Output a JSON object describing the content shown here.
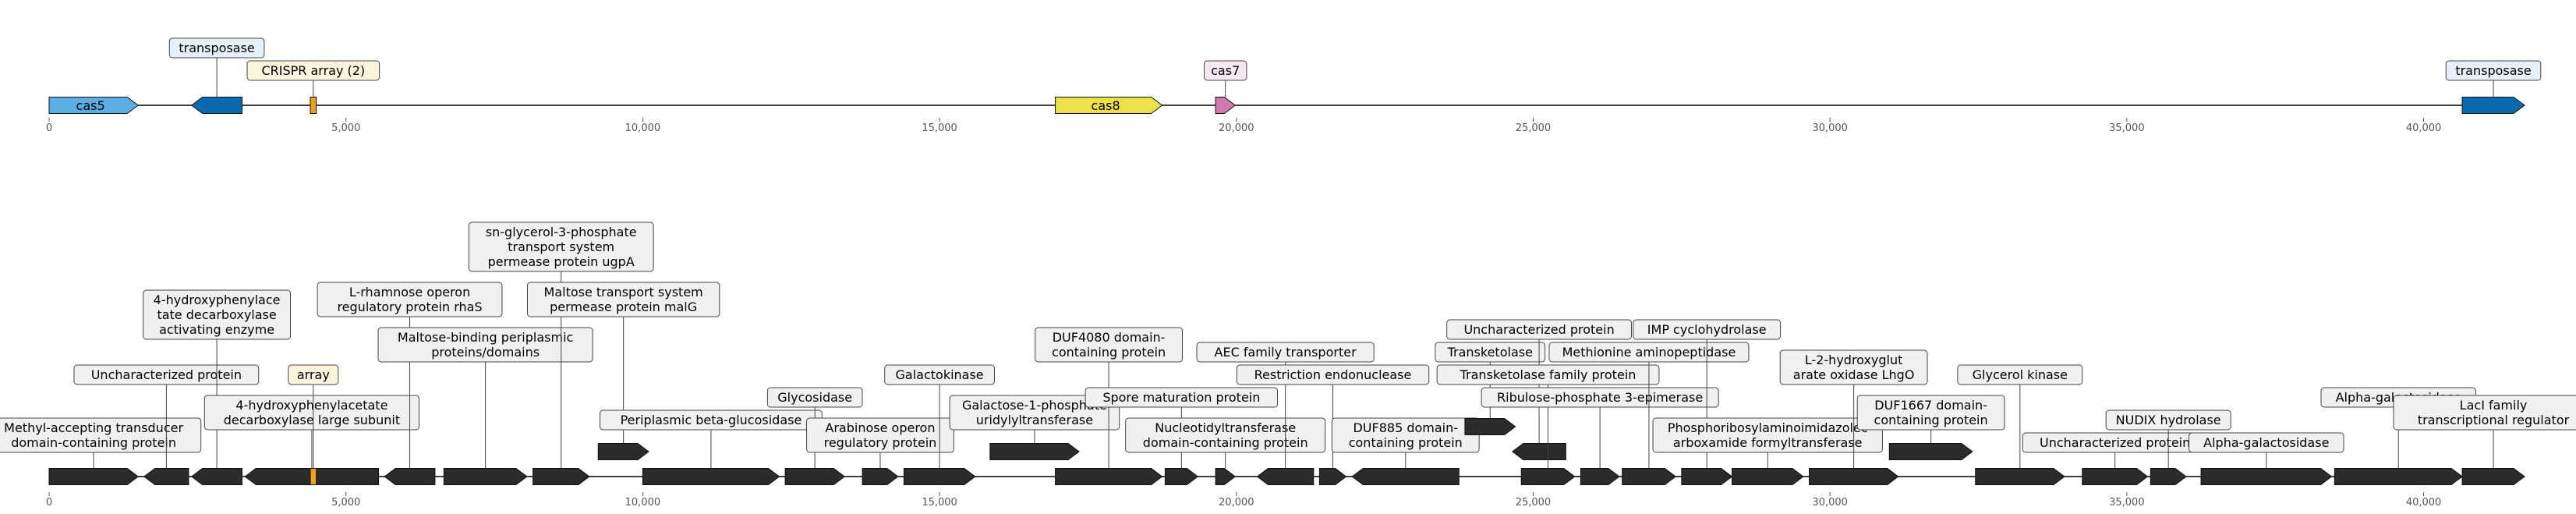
{
  "colors": {
    "cas5": "#5aaee3",
    "transposase": "#0a6aad",
    "crispr": "#e8a21c",
    "cas8": "#ede04a",
    "cas7": "#cf79ad",
    "gene": "#2b2b2b",
    "label_blue_bg": "#e6f0fa",
    "label_yellow_bg": "#fbf4dd",
    "label_pink_bg": "#f7e7f0",
    "label_grey_bg": "#f0f0f0",
    "axis": "#555555",
    "leader": "#444444"
  },
  "axis_ticks": [
    {
      "value": 0,
      "label": "0"
    },
    {
      "value": 5000,
      "label": "5,000"
    },
    {
      "value": 10000,
      "label": "10,000"
    },
    {
      "value": 15000,
      "label": "15,000"
    },
    {
      "value": 20000,
      "label": "20,000"
    },
    {
      "value": 25000,
      "label": "25,000"
    },
    {
      "value": 30000,
      "label": "30,000"
    },
    {
      "value": 35000,
      "label": "35,000"
    },
    {
      "value": 40000,
      "label": "40,000"
    }
  ],
  "tracks": [
    {
      "id": "top",
      "features": [
        {
          "start": 0,
          "end": 1500,
          "strand": 1,
          "color": "cas5",
          "inner_label": "cas5"
        },
        {
          "start": 2400,
          "end": 3250,
          "strand": -1,
          "color": "transposase",
          "label": "transposase",
          "label_tier": 2,
          "label_bg": "label_blue_bg"
        },
        {
          "start": 4400,
          "end": 4500,
          "strand": 0,
          "color": "crispr",
          "label": "CRISPR array (2)",
          "label_tier": 1,
          "label_bg": "label_yellow_bg"
        },
        {
          "start": 16950,
          "end": 18750,
          "strand": 1,
          "color": "cas8",
          "inner_label": "cas8"
        },
        {
          "start": 19650,
          "end": 19980,
          "strand": 1,
          "color": "cas7",
          "label": "cas7",
          "label_tier": 1,
          "label_bg": "label_pink_bg"
        },
        {
          "start": 40650,
          "end": 41700,
          "strand": 1,
          "color": "transposase",
          "label": "transposase",
          "label_tier": 1,
          "label_bg": "label_blue_bg"
        }
      ]
    },
    {
      "id": "bottom",
      "features": [
        {
          "start": 0,
          "end": 1500,
          "strand": 1,
          "label": "Methyl-accepting transducer\ndomain-containing protein",
          "label_tier": 1
        },
        {
          "start": 1600,
          "end": 2350,
          "strand": -1,
          "label": "Uncharacterized protein",
          "label_tier": 4
        },
        {
          "start": 2400,
          "end": 3250,
          "strand": -1,
          "label": "4-hydroxyphenylace\ntate decarboxylase\nactivating enzyme",
          "label_tier": 6
        },
        {
          "start": 3300,
          "end": 5550,
          "strand": -1,
          "label": "4-hydroxyphenylacetate\ndecarboxylase large subunit",
          "label_tier": 2
        },
        {
          "start": 4400,
          "end": 4500,
          "strand": 0,
          "color": "crispr",
          "label": "array",
          "label_tier": 4,
          "label_bg": "label_yellow_bg"
        },
        {
          "start": 5650,
          "end": 6500,
          "strand": -1,
          "label": "L-rhamnose operon\nregulatory protein rhaS",
          "label_tier": 7
        },
        {
          "start": 6650,
          "end": 8050,
          "strand": 1,
          "label": "Maltose-binding periplasmic\nproteins/domains",
          "label_tier": 5
        },
        {
          "start": 8150,
          "end": 9100,
          "strand": 1,
          "label": "sn-glycerol-3-phosphate\ntransport system\npermease protein ugpA",
          "label_tier": 9
        },
        {
          "start": 9250,
          "end": 10100,
          "strand": 1,
          "row": 1,
          "label": "Maltose transport system\npermease protein malG",
          "label_tier": 7
        },
        {
          "start": 10000,
          "end": 12300,
          "strand": 1,
          "label": "Periplasmic beta-glucosidase",
          "label_tier": 2
        },
        {
          "start": 12400,
          "end": 13400,
          "strand": 1,
          "label": "Glycosidase",
          "label_tier": 3
        },
        {
          "start": 13700,
          "end": 14300,
          "strand": 1,
          "label": "Arabinose operon\nregulatory protein",
          "label_tier": 1
        },
        {
          "start": 14400,
          "end": 15600,
          "strand": 1,
          "label": "Galactokinase",
          "label_tier": 4
        },
        {
          "start": 15850,
          "end": 17350,
          "strand": 1,
          "row": 1,
          "label": "Galactose-1-phosphate\nuridylyltransferase",
          "label_tier": 2
        },
        {
          "start": 16950,
          "end": 18750,
          "strand": 1,
          "label": "DUF4080 domain-\ncontaining protein",
          "label_tier": 5
        },
        {
          "start": 18800,
          "end": 19350,
          "strand": 1,
          "label": "Spore maturation protein",
          "label_tier": 3
        },
        {
          "start": 19650,
          "end": 19980,
          "strand": 1,
          "label": "Nucleotidyltransferase\ndomain-containing protein",
          "label_tier": 1
        },
        {
          "start": 20350,
          "end": 21300,
          "strand": -1,
          "label": "AEC family transporter",
          "label_tier": 5
        },
        {
          "start": 21400,
          "end": 21850,
          "strand": 1,
          "label": "Restriction endonuclease",
          "label_tier": 4
        },
        {
          "start": 21950,
          "end": 23750,
          "strand": -1,
          "label": "DUF885 domain-\ncontaining protein",
          "label_tier": 1
        },
        {
          "start": 23850,
          "end": 24700,
          "strand": 1,
          "row": 2,
          "label": "Transketolase",
          "label_tier": 5
        },
        {
          "start": 24650,
          "end": 25550,
          "strand": -1,
          "row": 1,
          "label": "Uncharacterized protein",
          "label_tier": 6
        },
        {
          "start": 24800,
          "end": 25700,
          "strand": 1,
          "label": "Transketolase family protein",
          "label_tier": 4
        },
        {
          "start": 25800,
          "end": 26450,
          "strand": 1,
          "label": "Ribulose-phosphate 3-epimerase",
          "label_tier": 3
        },
        {
          "start": 26500,
          "end": 27400,
          "strand": 1,
          "label": "Methionine aminopeptidase",
          "label_tier": 5
        },
        {
          "start": 27500,
          "end": 28350,
          "strand": 1,
          "label": "IMP cyclohydrolase",
          "label_tier": 6
        },
        {
          "start": 28350,
          "end": 29550,
          "strand": 1,
          "label": "Phosphoribosylaminoimidazolec\narboxamide formyltransferase",
          "label_tier": 1
        },
        {
          "start": 29650,
          "end": 31150,
          "strand": 1,
          "label": "L-2-hydroxyglut\narate oxidase LhgO",
          "label_tier": 4
        },
        {
          "start": 31000,
          "end": 32400,
          "strand": 1,
          "row": 1,
          "label": "DUF1667 domain-\ncontaining protein",
          "label_tier": 2
        },
        {
          "start": 32450,
          "end": 33950,
          "strand": 1,
          "label": "Glycerol kinase",
          "label_tier": 4
        },
        {
          "start": 34250,
          "end": 35350,
          "strand": 1,
          "label": "Uncharacterized protein",
          "label_tier": 1
        },
        {
          "start": 35400,
          "end": 36000,
          "strand": 1,
          "label": "NUDIX hydrolase",
          "label_tier": 2
        },
        {
          "start": 36250,
          "end": 38450,
          "strand": 1,
          "label": "Alpha-galactosidase",
          "label_tier": 1
        },
        {
          "start": 38500,
          "end": 40650,
          "strand": 1,
          "label": "Alpha-galactosidase",
          "label_tier": 3
        },
        {
          "start": 40650,
          "end": 41700,
          "strand": 1,
          "label": "LacI family\ntranscriptional regulator",
          "label_tier": 2
        }
      ]
    }
  ]
}
